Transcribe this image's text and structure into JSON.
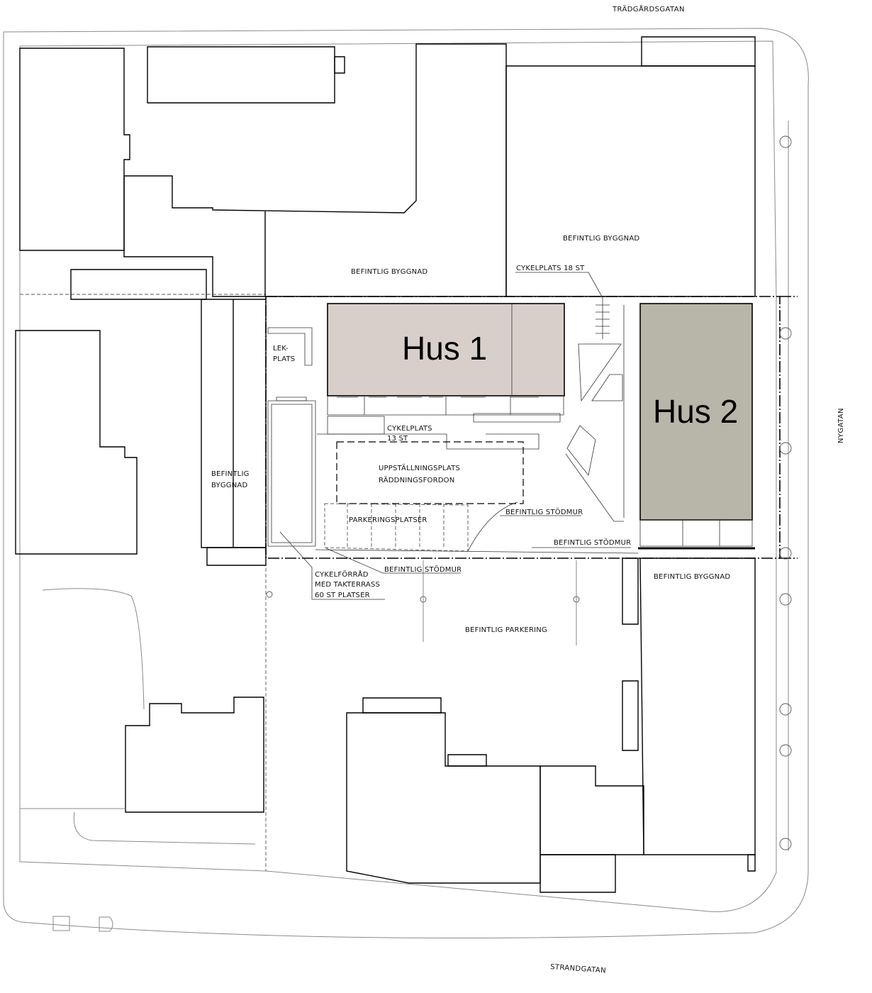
{
  "streets": {
    "north": "TRÄDGÅRDSGATAN",
    "east": "NYGATAN",
    "south": "STRANDGATAN"
  },
  "houses": {
    "hus1": "Hus 1",
    "hus2": "Hus 2"
  },
  "colors": {
    "hus1_fill": "#d8cfcb",
    "hus2_fill": "#b8b6a8"
  },
  "labels": {
    "existing_building_north": "BEFINTLIG BYGGNAD",
    "existing_building_ne": "BEFINTLIG BYGGNAD",
    "bike_18": "CYKELPLATS 18 ST",
    "play_1": "LEK-",
    "play_2": "PLATS",
    "bike_13_1": "CYKELPLATS",
    "bike_13_2": "13 ST",
    "rescue_1": "UPPSTÄLLNINGSPLATS",
    "rescue_2": "RÄDDNINGSFORDON",
    "existing_building_west_1": "BEFINTLIG",
    "existing_building_west_2": "BYGGNAD",
    "retaining_wall_1": "BEFINTLIG STÖDMUR",
    "parking_spaces": "PARKERINGSPLATSER",
    "retaining_wall_2": "BEFINTLIG STÖDMUR",
    "retaining_wall_3": "BEFINTLIG STÖDMUR",
    "existing_building_se": "BEFINTLIG BYGGNAD",
    "bike_store_1": "CYKELFÖRRÅD",
    "bike_store_2": "MED TAKTERRASS",
    "bike_store_3": "60 ST PLATSER",
    "existing_parking": "BEFINTLIG PARKERING"
  }
}
